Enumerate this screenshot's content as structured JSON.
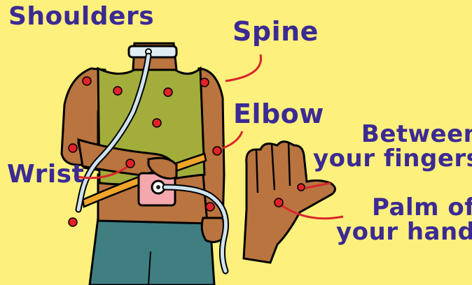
{
  "labels": {
    "shoulders": "Shoulders",
    "spine": "Spine",
    "elbow": "Elbow",
    "wrist": "Wrist",
    "between_fingers": "Between\nyour fingers",
    "palm": "Palm of\nyour hand"
  },
  "colors": {
    "background": "#fdf07c",
    "label_text": "#3b2a94",
    "pointer_line": "#d9262c",
    "dot": "#e32228",
    "skin": "#b9743f",
    "shirt": "#a3ad3b",
    "pants": "#3f7f82",
    "tube": "#cfe3ef",
    "pump_pad": "#f4a8ad",
    "belt": "#f0a52a"
  }
}
